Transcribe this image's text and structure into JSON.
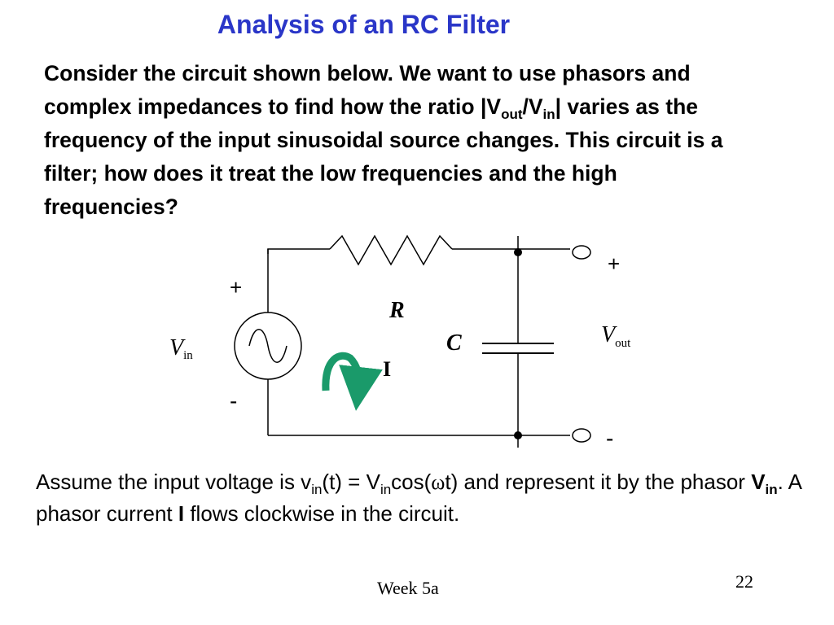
{
  "slide": {
    "title": "Analysis of an RC Filter",
    "intro": {
      "part1": "Consider the circuit shown below.  We want to use phasors and complex impedances to find how the ratio |V",
      "sub_out": "out",
      "slash": "/V",
      "sub_in": "in",
      "part2": "| varies as the frequency of the input sinusoidal source changes.  This circuit is a filter; how does it treat the low frequencies and the high frequencies?"
    },
    "assume": {
      "part1": "Assume the input voltage is v",
      "sub1": "in",
      "part2": "(t) = V",
      "sub2": "in",
      "part3": "cos(",
      "omega": "ω",
      "part4": "t) and represent it by the phasor ",
      "bold_v": "V",
      "bold_sub": "in",
      "part5": ".  A phasor current ",
      "bold_i": "I",
      "part6": " flows clockwise in the circuit."
    },
    "footer": "Week 5a",
    "page_number": "22"
  },
  "circuit": {
    "resistor_label": "R",
    "capacitor_label": "C",
    "current_label": "I",
    "vin_main": "V",
    "vin_sub": "in",
    "vout_main": "V",
    "vout_sub": "out",
    "source_plus": "+",
    "source_minus": "-",
    "out_plus": "+",
    "out_minus": "-",
    "arrow_color": "#1a9a6a"
  }
}
